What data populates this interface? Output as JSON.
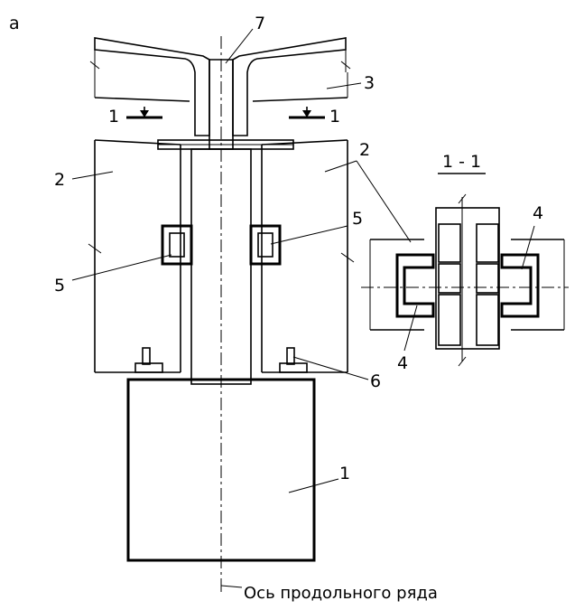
{
  "figure": {
    "panel_letter": "а",
    "section_mark": "1 - 1",
    "section_cut_labels": [
      "1",
      "1"
    ],
    "callouts": {
      "c1": "1",
      "c2_left": "2",
      "c2_right": "2",
      "c3": "3",
      "c4_top": "4",
      "c4_bottom": "4",
      "c5_left": "5",
      "c5_right": "5",
      "c6": "6",
      "c7": "7"
    },
    "axis_caption": "Ось продольного ряда"
  }
}
